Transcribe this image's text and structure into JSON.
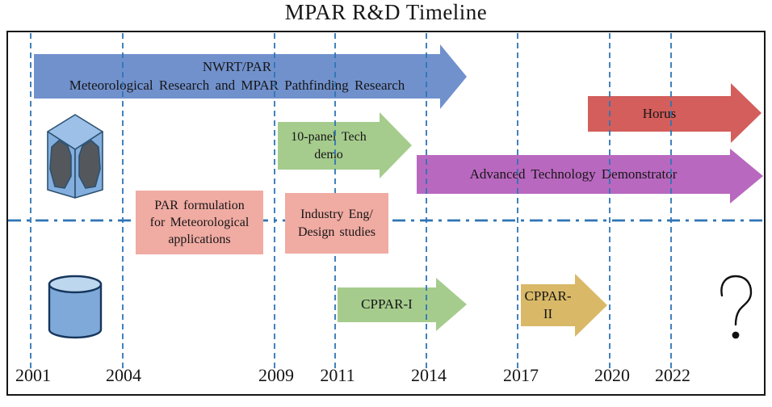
{
  "title": "MPAR R&D Timeline",
  "axis": {
    "years": [
      "2001",
      "2004",
      "2009",
      "2011",
      "2014",
      "2017",
      "2020",
      "2022"
    ]
  },
  "timeline": {
    "nwrt_par": {
      "label": "NWRT/PAR\nMeteorological Research and MPAR Pathfinding Research",
      "type": "arrow",
      "color": "#7191cd",
      "start_year": 2001,
      "end_year": 2015.3
    },
    "horus": {
      "label": "Horus",
      "type": "arrow",
      "color": "#d35e5b",
      "start_year": 2019.3,
      "end_year": 2025
    },
    "ten_panel": {
      "label": "10-panel Tech\ndemo",
      "type": "arrow",
      "color": "#a5cc8d",
      "start_year": 2009.1,
      "end_year": 2013.5
    },
    "atd": {
      "label": "Advanced Technology Demonstrator",
      "type": "arrow",
      "color": "#b968bf",
      "start_year": 2013.7,
      "end_year": 2025
    },
    "par_formulation": {
      "label": "PAR formulation\nfor Meteorological\napplications",
      "type": "box",
      "color": "#f0aba3",
      "start_year": 2004.4,
      "end_year": 2008.6
    },
    "industry_eng": {
      "label": "Industry Eng/\nDesign studies",
      "type": "box",
      "color": "#f0aba3",
      "start_year": 2009.3,
      "end_year": 2012.7
    },
    "cppar_1": {
      "label": "CPPAR-I",
      "type": "arrow",
      "color": "#a5cc8d",
      "start_year": 2011.1,
      "end_year": 2015.3
    },
    "cppar_2": {
      "label": "CPPAR-\nII",
      "type": "arrow",
      "color": "#d9b967",
      "start_year": 2017.1,
      "end_year": 2019.9
    },
    "future_unknown": {
      "label": "?",
      "type": "question-mark"
    }
  },
  "icons": {
    "panel_array": "planar-phased-array-cube",
    "cylindrical_array": "cylindrical-array"
  },
  "colors": {
    "gridline": "#2e75b6",
    "divider": "#2e74b5",
    "border": "#161616",
    "arrow_blue": "#7191cd",
    "arrow_green": "#a5cc8d",
    "arrow_purple": "#b968bf",
    "arrow_red": "#d35e5b",
    "arrow_tan": "#d9b967",
    "box_pink": "#f0aba3",
    "icon_blue": "#84aedd"
  }
}
